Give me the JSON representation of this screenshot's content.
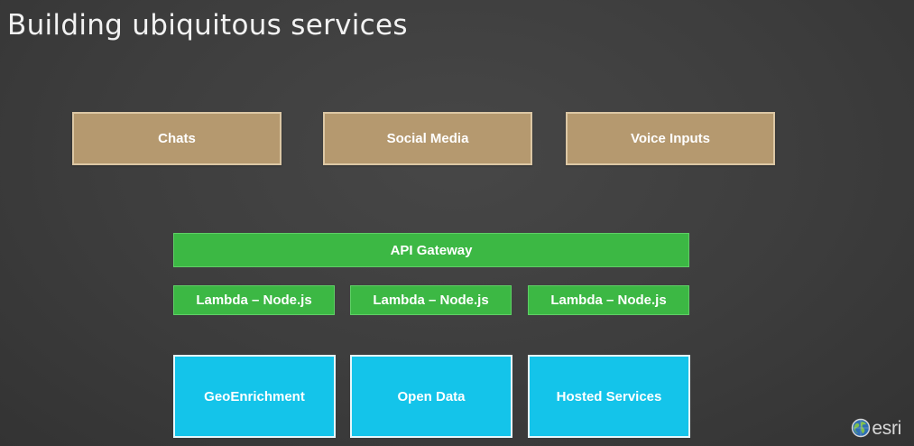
{
  "slide": {
    "title": "Building ubiquitous services"
  },
  "inputs": [
    {
      "label": "Chats"
    },
    {
      "label": "Social Media"
    },
    {
      "label": "Voice Inputs"
    }
  ],
  "gateway": {
    "label": "API Gateway"
  },
  "lambdas": [
    {
      "label": "Lambda – Node.js"
    },
    {
      "label": "Lambda – Node.js"
    },
    {
      "label": "Lambda – Node.js"
    }
  ],
  "services": [
    {
      "label": "GeoEnrichment"
    },
    {
      "label": "Open Data"
    },
    {
      "label": "Hosted Services"
    }
  ],
  "logo": {
    "icon": "globe-icon",
    "text": "esri"
  },
  "colors": {
    "background": "#3f3f3f",
    "input_box": "#b5996f",
    "gateway_box": "#3cb844",
    "lambda_box": "#3cb844",
    "service_box": "#14c4ea"
  }
}
